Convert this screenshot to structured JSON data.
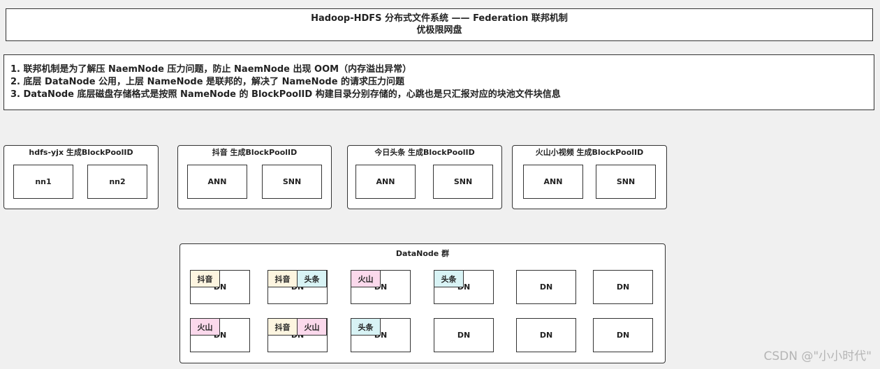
{
  "header": {
    "title": "Hadoop-HDFS 分布式文件系统 —— Federation 联邦机制",
    "subtitle": "优极限网盘"
  },
  "notes": [
    "1. 联邦机制是为了解压 NaemNode 压力问题，防止 NaemNode 出现 OOM（内存溢出异常）",
    "2. 底层 DataNode 公用，上层 NameNode 是联邦的，解决了 NameNode 的请求压力问题",
    "3. DataNode 底层磁盘存储格式是按照 NameNode 的 BlockPoolID 构建目录分别存储的，心跳也是只汇报对应的块池文件块信息"
  ],
  "groups": [
    {
      "title": "hdfs-yjx 生成BlockPoolID",
      "nodes": [
        "nn1",
        "nn2"
      ]
    },
    {
      "title": "抖音 生成BlockPoolID",
      "nodes": [
        "ANN",
        "SNN"
      ]
    },
    {
      "title": "今日头条 生成BlockPoolID",
      "nodes": [
        "ANN",
        "SNN"
      ]
    },
    {
      "title": "火山小视频 生成BlockPoolID",
      "nodes": [
        "ANN",
        "SNN"
      ]
    }
  ],
  "datanodes": {
    "title": "DataNode 群",
    "node_label": "DN",
    "rows": [
      [
        {
          "tags": [
            {
              "label": "抖音",
              "color": "#fdf5e0"
            }
          ]
        },
        {
          "tags": [
            {
              "label": "抖音",
              "color": "#fdf5e0"
            },
            {
              "label": "头条",
              "color": "#d8f3f5"
            }
          ]
        },
        {
          "tags": [
            {
              "label": "火山",
              "color": "#fbd9ec"
            }
          ]
        },
        {
          "tags": [
            {
              "label": "头条",
              "color": "#d8f3f5"
            }
          ]
        },
        {
          "tags": []
        },
        {
          "tags": []
        }
      ],
      [
        {
          "tags": [
            {
              "label": "火山",
              "color": "#fbd9ec"
            }
          ]
        },
        {
          "tags": [
            {
              "label": "抖音",
              "color": "#fdf5e0"
            },
            {
              "label": "火山",
              "color": "#fbd9ec"
            }
          ]
        },
        {
          "tags": [
            {
              "label": "头条",
              "color": "#d8f3f5"
            }
          ]
        },
        {
          "tags": []
        },
        {
          "tags": []
        },
        {
          "tags": []
        }
      ]
    ]
  },
  "watermark": "CSDN @\"小小时代\""
}
